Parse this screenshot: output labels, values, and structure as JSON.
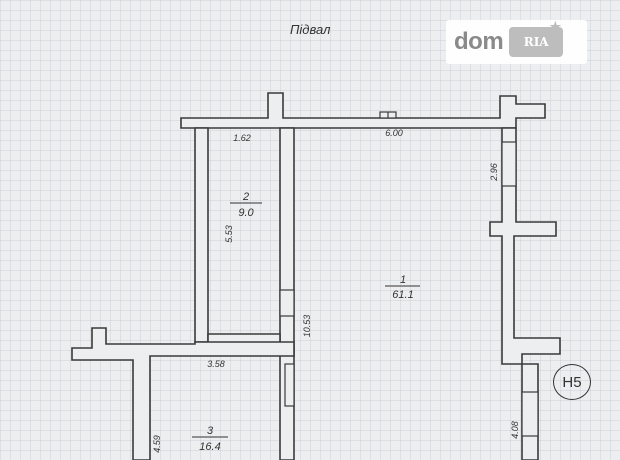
{
  "page_title": "Підвал",
  "watermark": {
    "brand": "dom",
    "badge": "RIA"
  },
  "sheet_code": "Н5",
  "rooms": [
    {
      "number": "1",
      "area": "61.1"
    },
    {
      "number": "2",
      "area": "9.0"
    },
    {
      "number": "3",
      "area": "16.4"
    }
  ],
  "dimensions": [
    "1.62",
    "6.00",
    "2.96",
    "5.53",
    "10.53",
    "3.58",
    "4.08",
    "4.59"
  ]
}
